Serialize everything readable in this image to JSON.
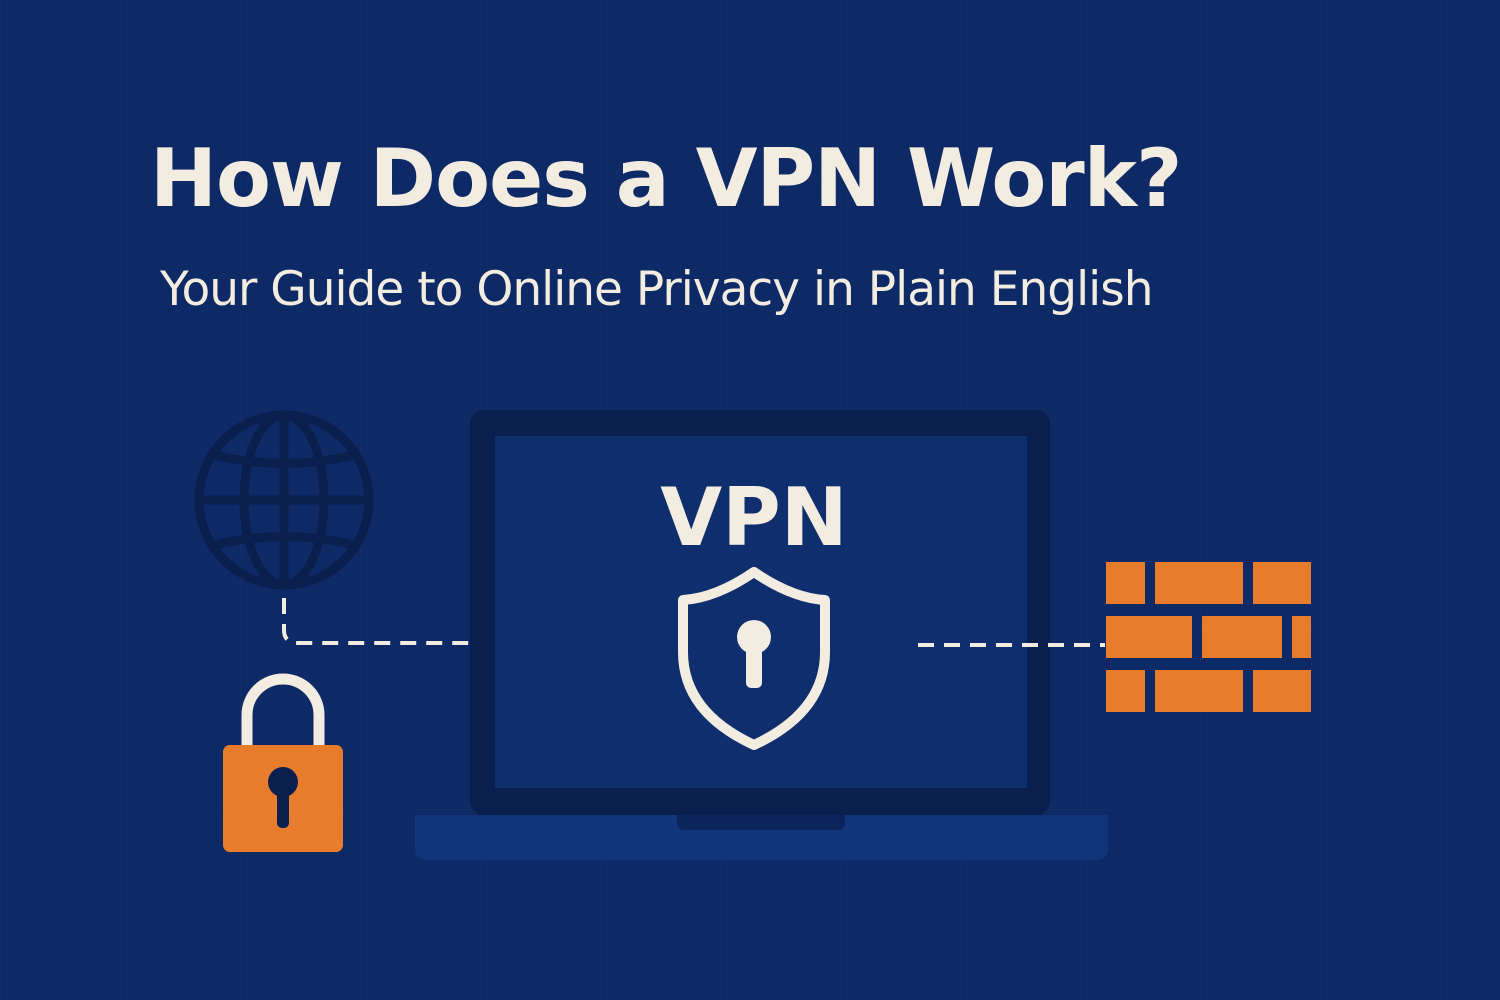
{
  "header": {
    "title": "How Does a VPN Work?",
    "subtitle": "Your Guide to Online Privacy in Plain English"
  },
  "illustration": {
    "screen_label": "VPN",
    "icons": [
      "globe-icon",
      "padlock-icon",
      "laptop-icon",
      "shield-keyhole-icon",
      "brick-firewall-icon"
    ]
  },
  "colors": {
    "background": "#0d2a66",
    "text": "#f3ece0",
    "accent_orange": "#e67c2c",
    "laptop_frame": "#0a1f4d",
    "laptop_screen": "#0f2e6e",
    "laptop_base": "#11357a"
  }
}
